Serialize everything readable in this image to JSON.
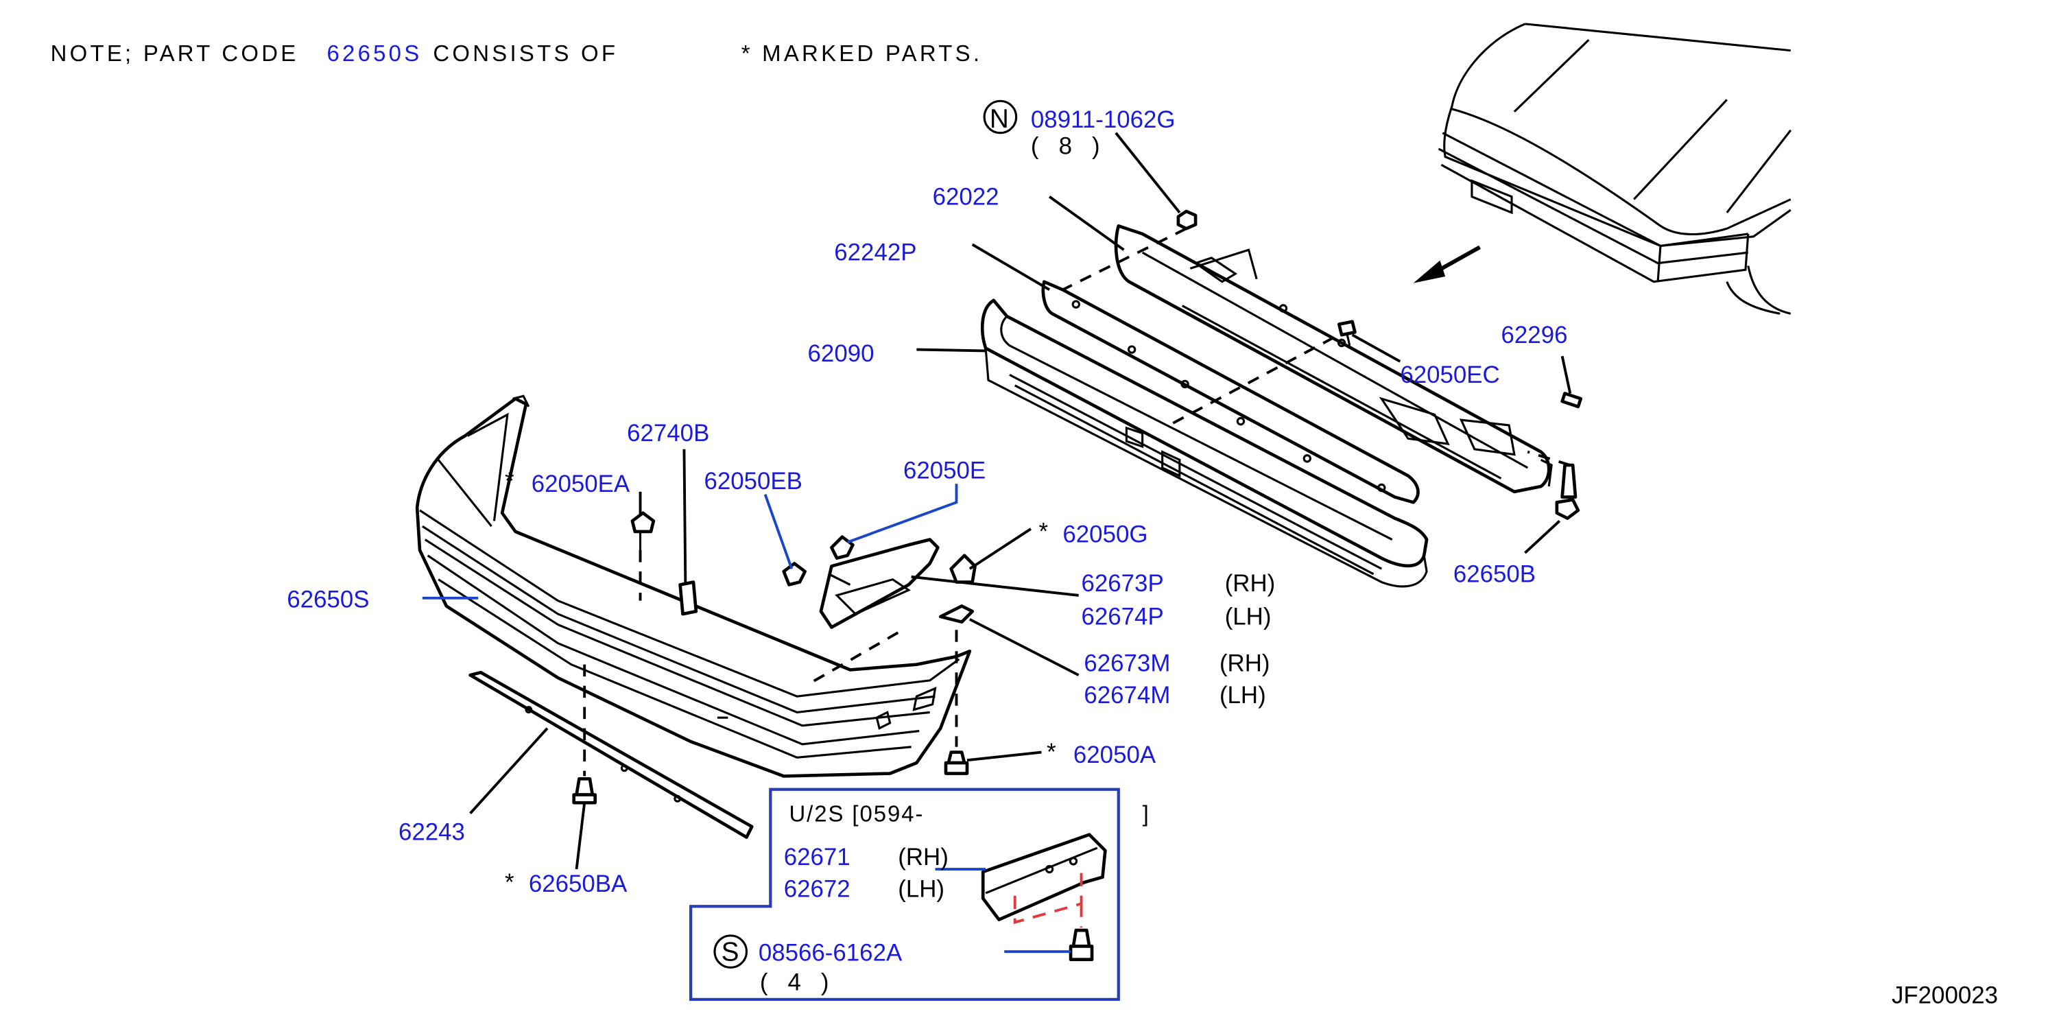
{
  "note": {
    "prefix": "NOTE; PART CODE",
    "code": "62650S",
    "middle": "CONSISTS OF",
    "suffix": "* MARKED PARTS."
  },
  "diagram_id": "JF200023",
  "callouts": {
    "nut_symbol": "N",
    "nut_part": "08911-1062G",
    "nut_qty": "( 8 )",
    "p62022": "62022",
    "p62242P": "62242P",
    "p62090": "62090",
    "p62296": "62296",
    "p62050EC": "62050EC",
    "p62650B": "62650B",
    "p62740B": "62740B",
    "p62050EA": "62050EA",
    "p62050EB": "62050EB",
    "p62050E": "62050E",
    "p62050G": "62050G",
    "p62650S": "62650S",
    "p62673P": "62673P",
    "p62674P": "62674P",
    "p62673M": "62673M",
    "p62674M": "62674M",
    "p62050A": "62050A",
    "p62243": "62243",
    "p62650BA": "62650BA",
    "rh": "(RH)",
    "lh": "(LH)",
    "star": "*"
  },
  "inset": {
    "header_left": "U/2S  [0594-",
    "header_right": "]",
    "p62671": "62671",
    "p62672": "62672",
    "rh": "(RH)",
    "lh": "(LH)",
    "bolt_symbol": "S",
    "bolt_part": "08566-6162A",
    "bolt_qty": "( 4 )"
  },
  "colors": {
    "part_number": "#1a1adc",
    "leader_blue": "#1a46c8",
    "inset_border": "#2a3db8",
    "dashed_red": "#e23a3a"
  }
}
